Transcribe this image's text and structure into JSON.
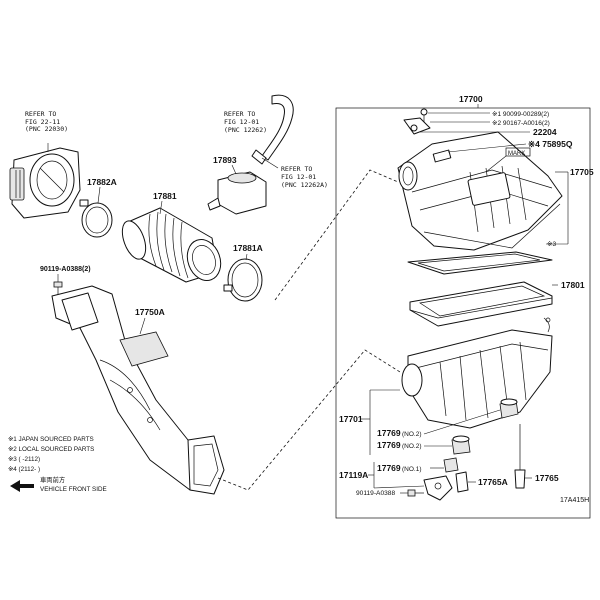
{
  "references": {
    "throttle": [
      "REFER TO",
      "FIG 22-11",
      "(PNC 22030)"
    ],
    "hose1": [
      "REFER TO",
      "FIG 12-01",
      "(PNC 12262)"
    ],
    "hose2": [
      "REFER TO",
      "FIG 12-01",
      "(PNC 12262A)"
    ]
  },
  "parts": {
    "p17700": "17700",
    "p90099": "※1 90099-00289(2)",
    "p90167": "※2 90167-A0016(2)",
    "p22204": "22204",
    "p75895": "※4 75895Q",
    "mark": "MARK",
    "p17705": "17705",
    "star3": "※3",
    "p17801": "17801",
    "p17701": "17701",
    "p17769a": "17769",
    "p17769a_no": "(NO.2)",
    "p17769b": "17769",
    "p17769b_no": "(NO.2)",
    "p17119a": "17119A",
    "p17769c": "17769",
    "p17769c_no": "(NO.1)",
    "p17765a": "17765A",
    "p17765": "17765",
    "p90119b": "90119-A0388",
    "p17893": "17893",
    "p17882a": "17882A",
    "p17881": "17881",
    "p17881a": "17881A",
    "p90119a": "90119-A0388(2)",
    "p17750a": "17750A"
  },
  "notes": [
    "※1 JAPAN SOURCED PARTS",
    "※2 LOCAL SOURCED PARTS",
    "※3 (      -2112)",
    "※4 (2112-      )"
  ],
  "vehicle_front": {
    "line1": "車両前方",
    "line2": "VEHICLE FRONT SIDE"
  },
  "figure_code": "17A415H"
}
